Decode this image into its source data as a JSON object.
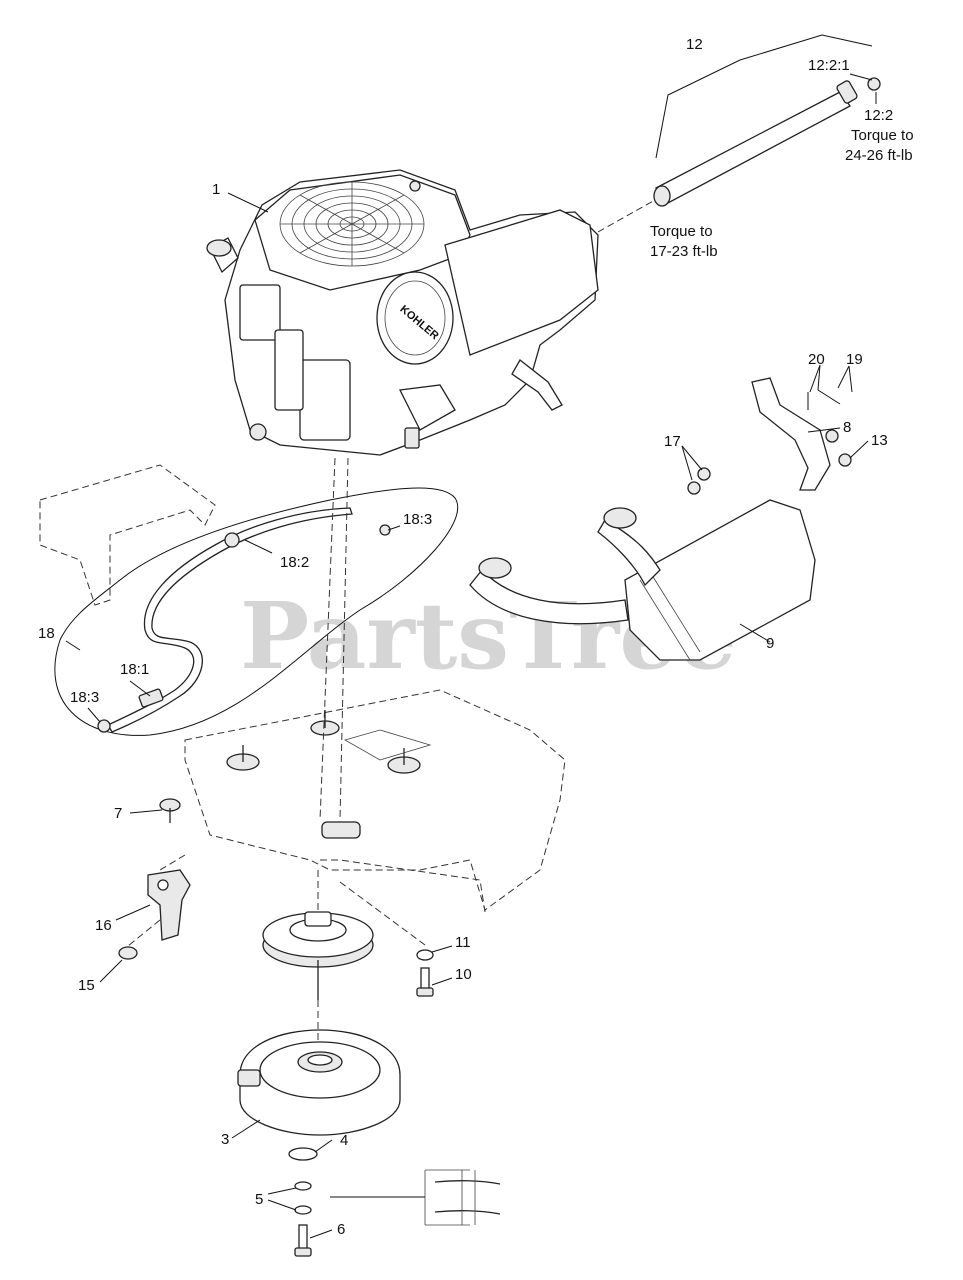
{
  "watermark": "PartsTree",
  "callouts": {
    "c1": "1",
    "c3": "3",
    "c4": "4",
    "c5": "5",
    "c6": "6",
    "c7": "7",
    "c8": "8",
    "c9": "9",
    "c10": "10",
    "c11": "11",
    "c12": "12",
    "c12_2_1": "12:2:1",
    "c12_2": "12:2",
    "c13": "13",
    "c15": "15",
    "c16": "16",
    "c17": "17",
    "c18": "18",
    "c18_1": "18:1",
    "c18_2": "18:2",
    "c18_3a": "18:3",
    "c18_3b": "18:3",
    "c19": "19",
    "c20": "20"
  },
  "notes": {
    "torque_top_1": "Torque to",
    "torque_top_2": "24-26 ft-lb",
    "torque_mid_1": "Torque to",
    "torque_mid_2": "17-23 ft-lb"
  },
  "engine_brand": "KOHLER"
}
